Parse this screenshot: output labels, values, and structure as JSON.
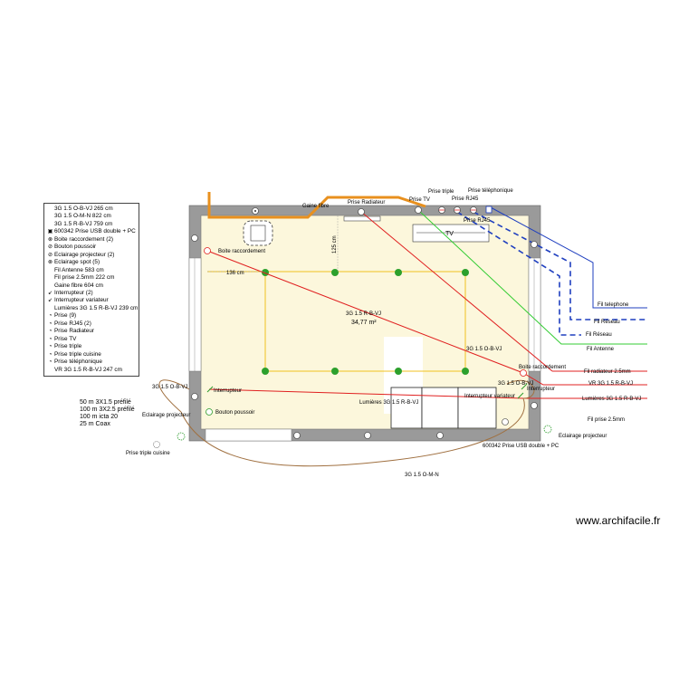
{
  "legend": {
    "items": [
      {
        "sym": "",
        "text": "3G 1.5 O-B-VJ 265 cm"
      },
      {
        "sym": "",
        "text": "3G 1.5 O-M-N 822 cm"
      },
      {
        "sym": "",
        "text": "3G 1.5 R-B-VJ 759 cm"
      },
      {
        "sym": "▣",
        "text": "600342 Prise USB double + PC"
      },
      {
        "sym": "⊗",
        "text": "Boite raccordement (2)"
      },
      {
        "sym": "⊘",
        "text": "Bouton poussoir"
      },
      {
        "sym": "⊘",
        "text": "Eclairage projecteur (2)"
      },
      {
        "sym": "⊗",
        "text": "Eclairage spot (5)"
      },
      {
        "sym": "",
        "text": "Fil Antenne 583 cm"
      },
      {
        "sym": "",
        "text": "Fil prise 2.5mm 222 cm"
      },
      {
        "sym": "",
        "text": "Gaine fibre 604 cm"
      },
      {
        "sym": "↙",
        "text": "Interrupteur (2)"
      },
      {
        "sym": "↙",
        "text": "Interrupteur variateur"
      },
      {
        "sym": "",
        "text": "Lumières 3G 1.5 R-B-VJ 239 cm"
      },
      {
        "sym": "◔",
        "text": "Prise (9)"
      },
      {
        "sym": "◔",
        "text": "Prise RJ45 (2)"
      },
      {
        "sym": "◔",
        "text": "Prise Radiateur"
      },
      {
        "sym": "◔",
        "text": "Prise TV"
      },
      {
        "sym": "◔",
        "text": "Prise triple"
      },
      {
        "sym": "◔",
        "text": "Prise triple cuisine"
      },
      {
        "sym": "◔",
        "text": "Prise téléphonique"
      },
      {
        "sym": "",
        "text": "VR 3G 1.5 R-B-VJ 247 cm"
      }
    ]
  },
  "order_list": [
    "50 m 3X1.5 préfilé",
    "100 m 3X2.5 préfilé",
    "100 m icta 20",
    "25 m Coax"
  ],
  "labels": {
    "gaine_fibre": "Gaine fibre",
    "prise_radiateur": "Prise Radiateur",
    "prise_tv": "Prise TV",
    "prise_triple": "Prise triple",
    "prise_rj45_top": "Prise RJ45",
    "prise_telephonique": "Prise téléphonique",
    "prise_rj45_inner": "Prise RJ45",
    "tv": "TV",
    "boite_raccordement_1": "Boite raccordement",
    "dim_125": "125 cm",
    "dim_136": "136 cm",
    "room_cable": "3G 1.5 R-B-VJ",
    "room_area": "34,77 m²",
    "cable_obvj_right": "3G 1.5 O-B-VJ",
    "boite_raccordement_2": "Boite raccordement",
    "cable_obvj_right2": "3G 1.5 O-B-VJ",
    "interrupteur_right": "Interrupteur",
    "interrupteur_variateur": "Interrupteur variateur",
    "lumieres_inner": "Lumières 3G 1.5 R-B-VJ",
    "cable_obvj_left": "3G 1.5 O-B-VJ",
    "interrupteur_left": "Interrupteur",
    "eclairage_projecteur_left": "Eclairage projecteur",
    "bouton_poussoir": "Bouton poussoir",
    "prise_usb": "600342 Prise USB double + PC",
    "eclairage_projecteur_right": "Eclairage projecteur",
    "prise_triple_cuisine": "Prise triple cuisine",
    "cable_omn": "3G 1.5 O-M-N",
    "fil_telephone": "Fil telephone",
    "fil_reseau_1": "Fil Réseau",
    "fil_reseau_2": "Fil Réseau",
    "fil_antenne": "Fil Antenne",
    "fil_radiateur": "Fil radiateur 2.5mm",
    "vr_label": "VR 3G 1.5 R-B-VJ",
    "lumieres_right": "Lumières 3G 1.5 R-B-VJ",
    "fil_prise": "Fil prise 2.5mm"
  },
  "watermark": "www.archifacile.fr",
  "colors": {
    "room_fill": "#fcf7dc",
    "wall": "#8a8a8a",
    "red_cable": "#e02020",
    "green_cable": "#33cc33",
    "blue_cable": "#1f3fbf",
    "orange_gaine": "#e8901e",
    "yellow_lights": "#f0c020",
    "brown_cable": "#a07040"
  }
}
